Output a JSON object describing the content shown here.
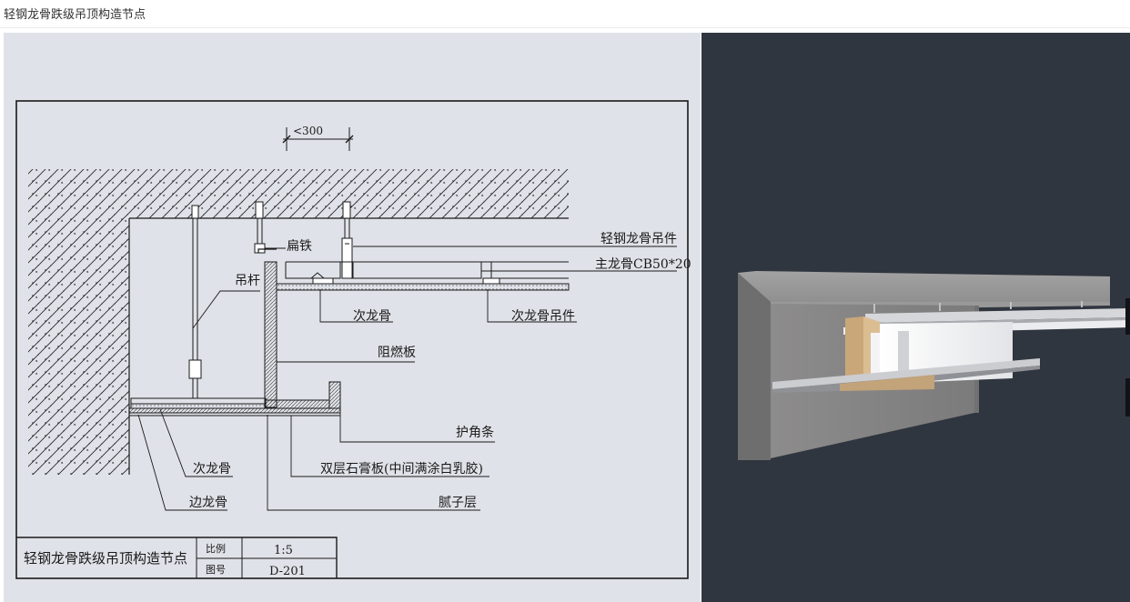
{
  "page": {
    "title": "轻钢龙骨跌级吊顶构造节点"
  },
  "drawing": {
    "dimension": "<300",
    "labels": {
      "flat_iron": "扁铁",
      "hanger_rod": "吊杆",
      "hanger_fitting": "轻钢龙骨吊件",
      "main_keel": "主龙骨CB50*20",
      "secondary_keel_top": "次龙骨",
      "secondary_keel_hanger": "次龙骨吊件",
      "fire_board": "阻燃板",
      "corner_strip": "护角条",
      "gypsum_board": "双层石膏板(中间满涂白乳胶)",
      "secondary_keel_bottom": "次龙骨",
      "edge_keel": "边龙骨",
      "putty_layer": "腻子层"
    },
    "title_block": {
      "name": "轻钢龙骨跌级吊顶构造节点",
      "scale_label": "比例",
      "scale_value": "1:5",
      "drawing_no_label": "图号",
      "drawing_no_value": "D-201"
    }
  },
  "colors": {
    "drawing_bg": "#dfe2e8",
    "model_bg": "#30363f",
    "line": "#1a1a1a"
  }
}
